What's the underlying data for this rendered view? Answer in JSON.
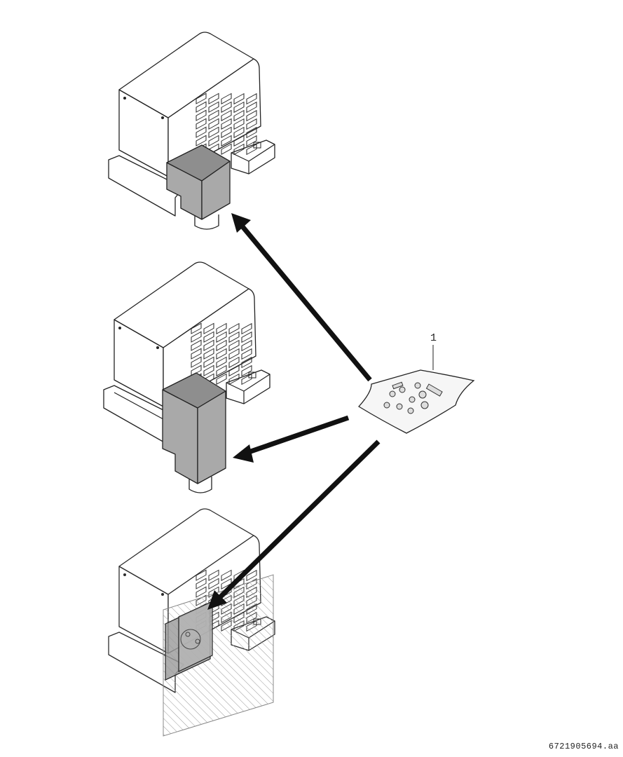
{
  "callouts": [
    {
      "number": "1",
      "item": "fastener-bag"
    }
  ],
  "document_code": "6721905694.aa",
  "colors": {
    "line": "#222222",
    "box_fill": "#a9a9a9",
    "background": "#ffffff"
  }
}
